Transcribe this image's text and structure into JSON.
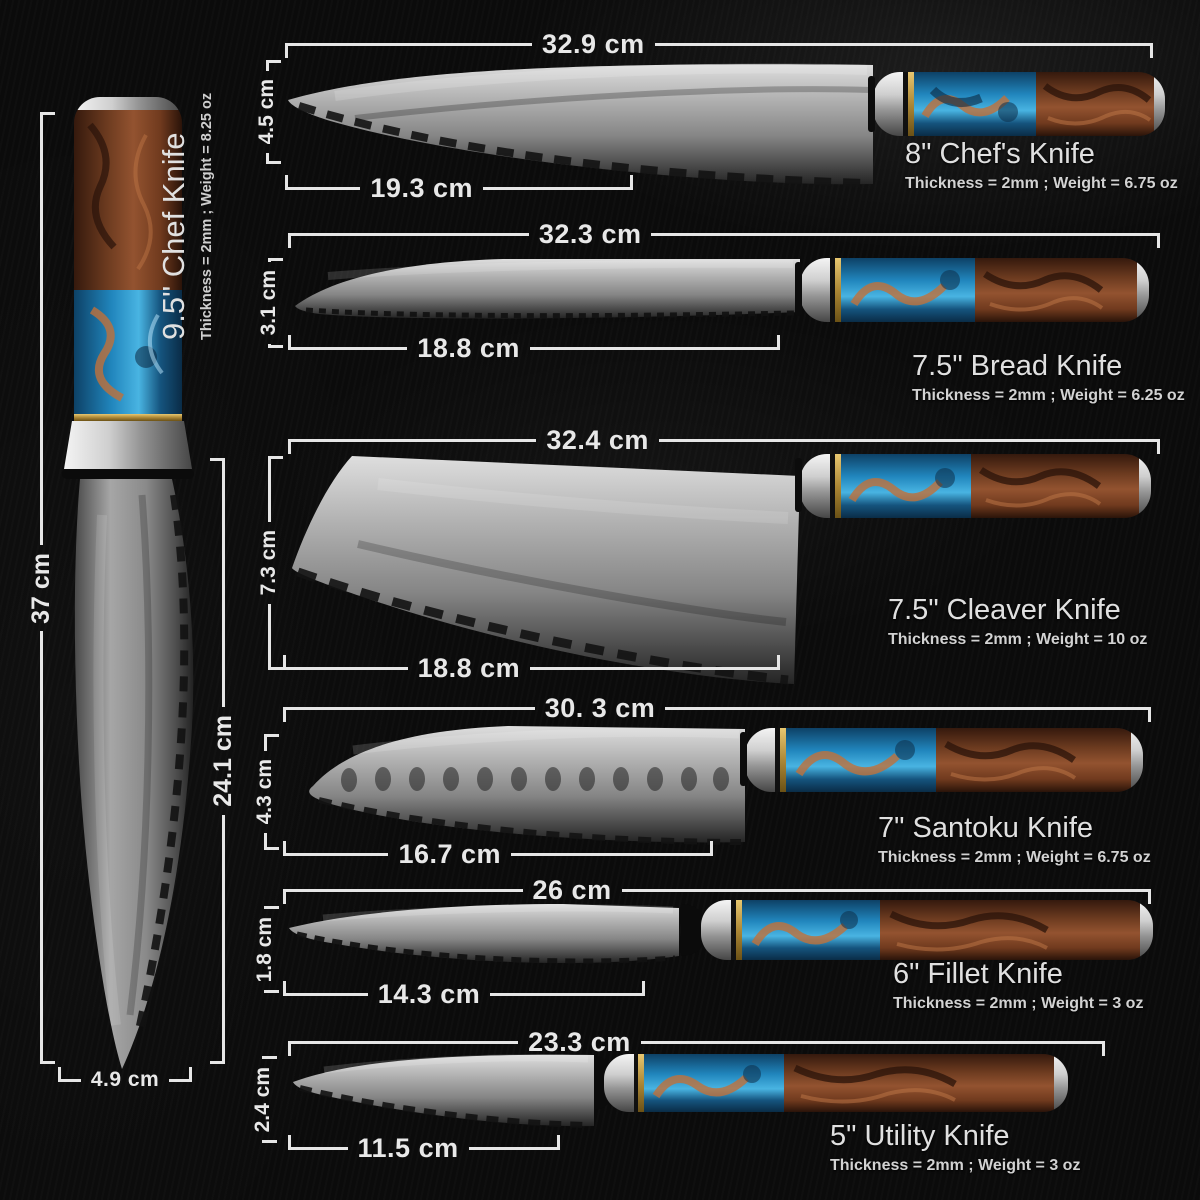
{
  "vertical_knife": {
    "name": "9.5\" Chef Knife",
    "specs": "Thickness = 2mm ; Weight = 8.25 oz",
    "overall_length": "37 cm",
    "blade_length": "24.1 cm",
    "blade_width": "4.9 cm"
  },
  "knives": [
    {
      "name": "8\" Chef's Knife",
      "specs": "Thickness = 2mm ; Weight = 6.75 oz",
      "total_length": "32.9 cm",
      "blade_length": "19.3 cm",
      "blade_height": "4.5 cm"
    },
    {
      "name": "7.5\" Bread Knife",
      "specs": "Thickness = 2mm ; Weight = 6.25 oz",
      "total_length": "32.3 cm",
      "blade_length": "18.8 cm",
      "blade_height": "3.1 cm"
    },
    {
      "name": "7.5\" Cleaver Knife",
      "specs": "Thickness = 2mm ; Weight = 10 oz",
      "total_length": "32.4 cm",
      "blade_length": "18.8 cm",
      "blade_height": "7.3 cm"
    },
    {
      "name": "7\" Santoku Knife",
      "specs": "Thickness = 2mm ; Weight = 6.75 oz",
      "total_length": "30. 3 cm",
      "blade_length": "16.7 cm",
      "blade_height": "4.3 cm"
    },
    {
      "name": "6\" Fillet Knife",
      "specs": "Thickness = 2mm ; Weight = 3 oz",
      "total_length": "26 cm",
      "blade_length": "14.3 cm",
      "blade_height": "1.8 cm"
    },
    {
      "name": "5\" Utility Knife",
      "specs": "Thickness = 2mm ; Weight = 3 oz",
      "total_length": "23.3 cm",
      "blade_length": "11.5 cm",
      "blade_height": "2.4 cm"
    }
  ],
  "colors": {
    "background": "#0b0b0b",
    "dimension_lines": "#e6e6e6",
    "label_text": "#e0e0e0",
    "steel_silver": "#b5b5b5",
    "resin_blue": "#2f9cd0",
    "wood_brown": "#8a4b28",
    "gold_ring": "#ad8836"
  }
}
